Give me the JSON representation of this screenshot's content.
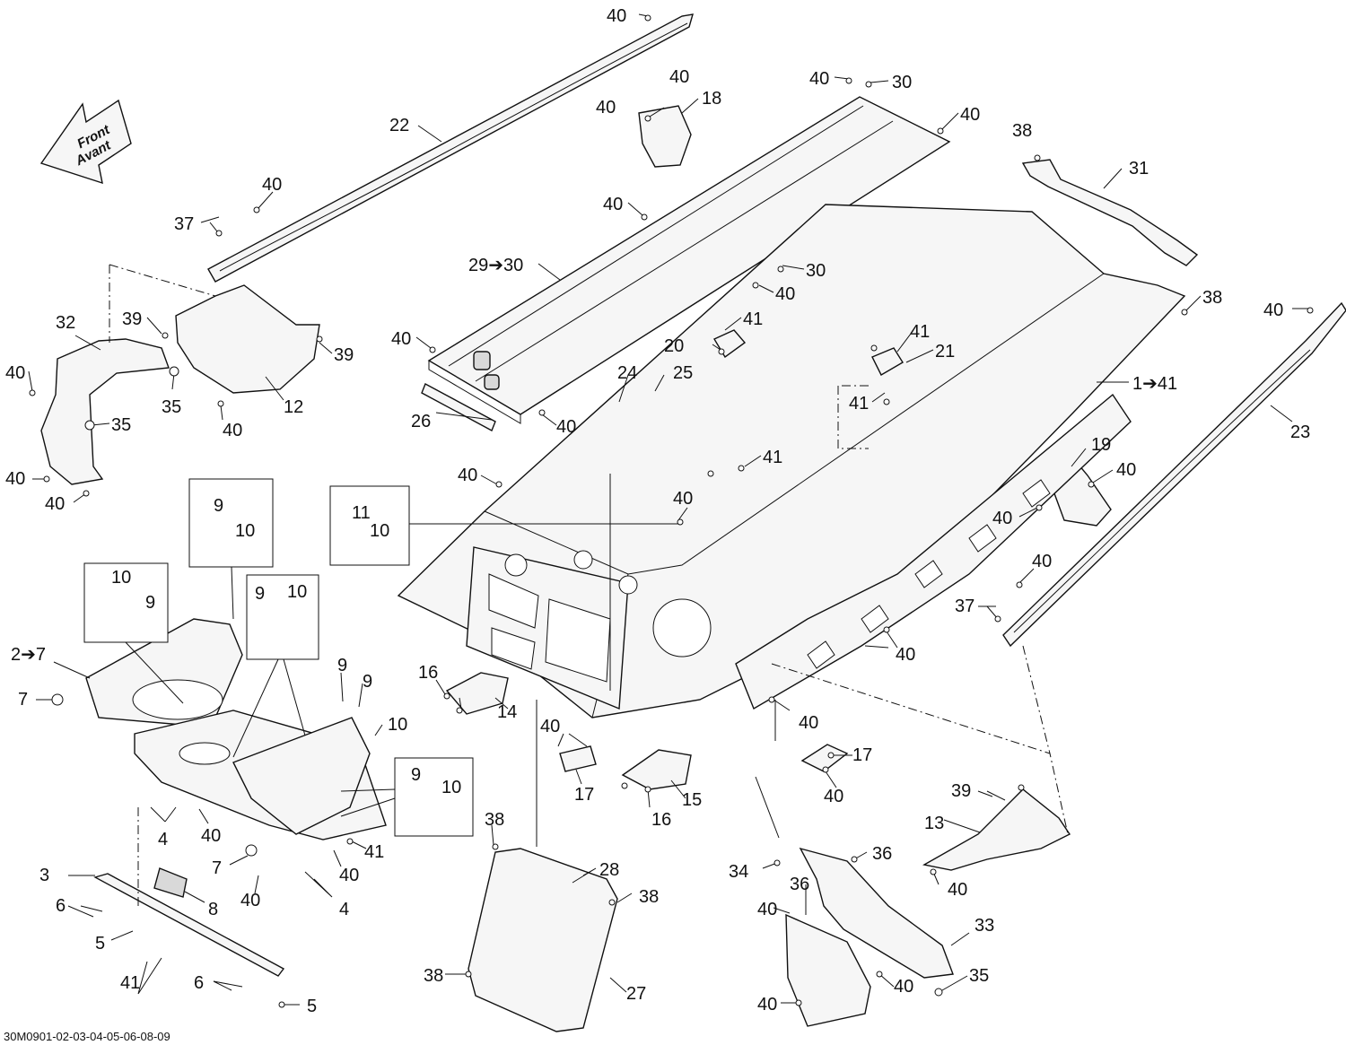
{
  "front_arrow": {
    "line1": "Front",
    "line2": "Avant"
  },
  "drawing_code": "30M0901-02-03-04-05-06-08-09",
  "callouts": {
    "c40_top": "40",
    "c40_18a": "40",
    "c40_18b": "40",
    "c18": "18",
    "c40_tray_l": "40",
    "c30_top": "30",
    "c40_tray_r": "40",
    "c38_31": "38",
    "c31": "31",
    "c22": "22",
    "c37_top": "37",
    "c40_22": "40",
    "c40_mid": "40",
    "c29_30": "29➔30",
    "c30_mid": "30",
    "c40_30": "40",
    "c38_r": "38",
    "c40_23": "40",
    "c32": "32",
    "c39_32": "39",
    "c39_12": "39",
    "c40_32": "40",
    "c35_a": "35",
    "c35_b": "35",
    "c40_12": "40",
    "c12": "12",
    "c40_32b": "40",
    "c40_32c": "40",
    "c40_tray": "40",
    "c41_20": "41",
    "c20": "20",
    "c41_21": "41",
    "c21": "21",
    "c24": "24",
    "c25": "25",
    "c41_l": "41",
    "c1_41": "1➔41",
    "c23": "23",
    "c26": "26",
    "c40_26": "40",
    "c41_mid": "41",
    "c40_tun_l": "40",
    "c40_tun_m": "40",
    "c19": "19",
    "c40_19a": "40",
    "c40_19b": "40",
    "c9_a": "9",
    "c10_a": "10",
    "c11": "11",
    "c10_b": "10",
    "c40_37": "40",
    "c37_r": "37",
    "c10_c": "10",
    "c9_b": "9",
    "c9_c": "9",
    "c10_d": "10",
    "c2_7": "2➔7",
    "c7_a": "7",
    "c9_d": "9",
    "c9_e": "9",
    "c10_e": "10",
    "c16_a": "16",
    "c14": "14",
    "c40_side": "40",
    "c40_side2": "40",
    "c40_17": "40",
    "c17_a": "17",
    "c17_b": "17",
    "c40_17b": "40",
    "c15": "15",
    "c16_b": "16",
    "c9_f": "9",
    "c10_f": "10",
    "c4_a": "4",
    "c40_4": "40",
    "c41_4": "41",
    "c39_13": "39",
    "c13": "13",
    "c38_27": "38",
    "c28": "28",
    "c38_27b": "38",
    "c36_a": "36",
    "c34": "34",
    "c36_b": "36",
    "c7_b": "7",
    "c40_7": "40",
    "c40_41": "40",
    "c3": "3",
    "c8": "8",
    "c6_a": "6",
    "c4_b": "4",
    "c40_13": "40",
    "c5_a": "5",
    "c40_33a": "40",
    "c33": "33",
    "c41_b": "41",
    "c6_b": "6",
    "c5_b": "5",
    "c38_27c": "38",
    "c27": "27",
    "c40_33b": "40",
    "c35_c": "35",
    "c40_33c": "40"
  }
}
